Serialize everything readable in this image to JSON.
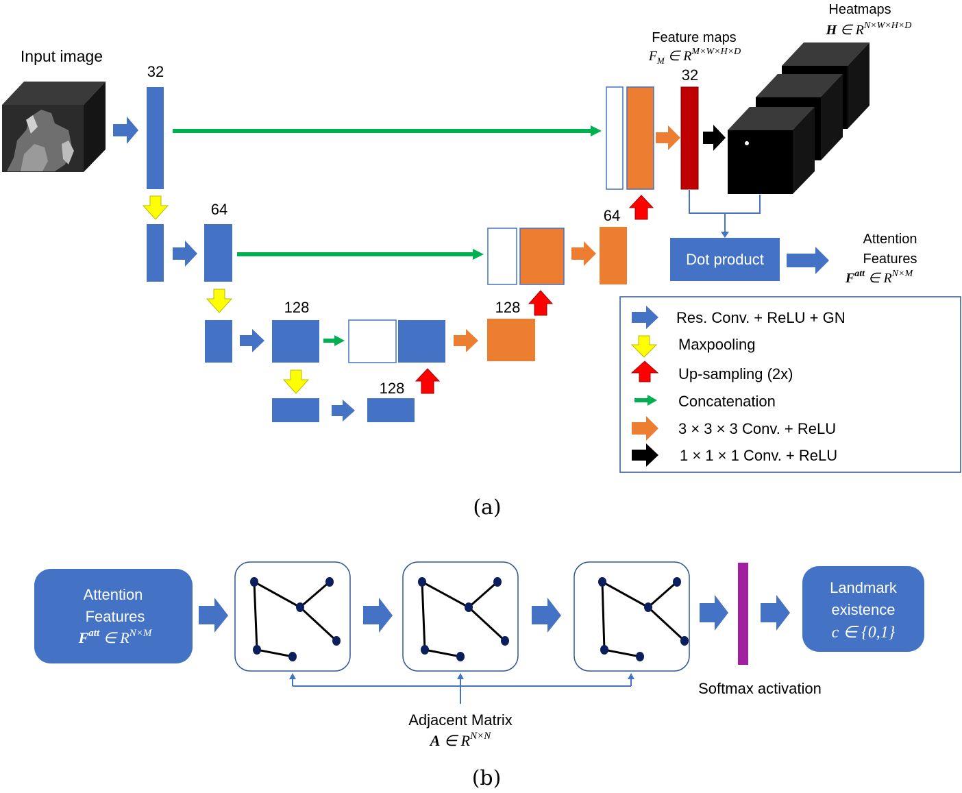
{
  "part_a": {
    "input_label": "Input image",
    "channel_labels": {
      "l1_enc": "32",
      "l2_enc": "64",
      "l3_enc": "128",
      "l4_bottleneck": "128",
      "l3_dec": "128",
      "l2_dec": "64",
      "l1_out": "32"
    },
    "feature_maps": {
      "title": "Feature maps",
      "formula": "F",
      "formula_sub": "M",
      "formula_rest": " ∈ R",
      "formula_sup": "M×W×H×D"
    },
    "heatmaps": {
      "title": "Heatmaps",
      "formula": "H",
      "formula_rest": " ∈ R",
      "formula_sup": "N×W×H×D"
    },
    "dot_product": "Dot product",
    "attention": {
      "line1": "Attention",
      "line2": "Features",
      "formula": "F",
      "formula_sup1": "att",
      "formula_rest": " ∈ R",
      "formula_sup2": "N×M"
    },
    "legend": {
      "items": [
        {
          "label": "Res. Conv. + ReLU + GN",
          "icon": "blue-arrow-icon",
          "color": "#4472C4"
        },
        {
          "label": "Maxpooling",
          "icon": "yellow-down-arrow-icon",
          "color": "#FFFF00"
        },
        {
          "label": "Up-sampling (2x)",
          "icon": "red-up-arrow-icon",
          "color": "#FF0000"
        },
        {
          "label": "Concatenation",
          "icon": "green-arrow-icon",
          "color": "#00B050"
        },
        {
          "label": "3 × 3 × 3 Conv. + ReLU",
          "icon": "orange-arrow-icon",
          "color": "#ED7D31"
        },
        {
          "label": "1 × 1 × 1 Conv. + ReLU",
          "icon": "black-arrow-icon",
          "color": "#000000"
        }
      ]
    },
    "caption": "(a)"
  },
  "part_b": {
    "attention_box": {
      "line1": "Attention",
      "line2": "Features",
      "formula": "F",
      "formula_sup1": "att",
      "formula_rest": " ∈ R",
      "formula_sup2": "N×M"
    },
    "softmax": "Softmax activation",
    "adjacent": {
      "title": "Adjacent Matrix",
      "formula": "A",
      "formula_rest": " ∈ R",
      "formula_sup": "N×N"
    },
    "landmark": {
      "line1": "Landmark",
      "line2": "existence",
      "formula": "c ∈ {0,1}"
    },
    "caption": "(b)"
  },
  "colors": {
    "blue": "#4472C4",
    "orange": "#ED7D31",
    "dark_red": "#C00000",
    "green": "#00B050",
    "yellow": "#FFFF00",
    "red": "#FF0000",
    "purple": "#A020A0",
    "node": "#0B1F5C"
  }
}
